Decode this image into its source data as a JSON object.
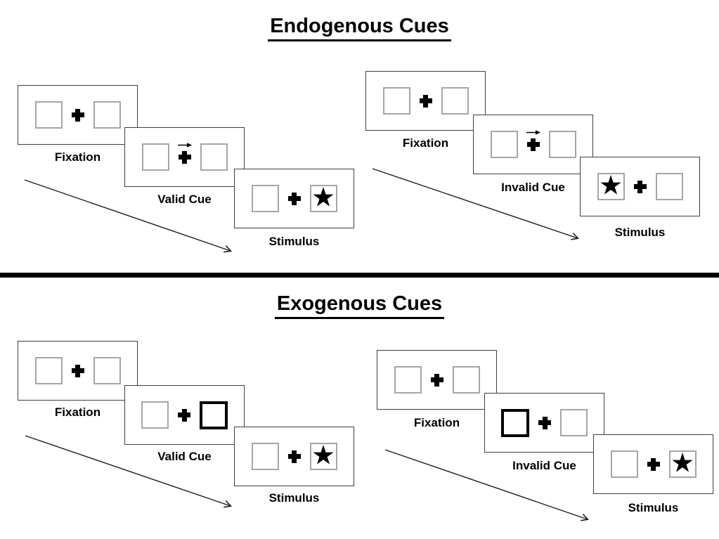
{
  "sections": [
    {
      "id": "endogenous",
      "title": "Endogenous Cues",
      "sequences": [
        {
          "id": "valid",
          "steps": [
            {
              "name": "fixation",
              "label": "Fixation"
            },
            {
              "name": "cue",
              "label": "Valid Cue",
              "cue_kind": "central-arrow-right-above-fixation"
            },
            {
              "name": "stimulus",
              "label": "Stimulus",
              "star_side": "right"
            }
          ]
        },
        {
          "id": "invalid",
          "steps": [
            {
              "name": "fixation",
              "label": "Fixation"
            },
            {
              "name": "cue",
              "label": "Invalid Cue",
              "cue_kind": "central-arrow-right-above-fixation"
            },
            {
              "name": "stimulus",
              "label": "Stimulus",
              "star_side": "left"
            }
          ]
        }
      ]
    },
    {
      "id": "exogenous",
      "title": "Exogenous Cues",
      "sequences": [
        {
          "id": "valid",
          "steps": [
            {
              "name": "fixation",
              "label": "Fixation"
            },
            {
              "name": "cue",
              "label": "Valid Cue",
              "cue_kind": "peripheral-bold-box-right"
            },
            {
              "name": "stimulus",
              "label": "Stimulus",
              "star_side": "right"
            }
          ]
        },
        {
          "id": "invalid",
          "steps": [
            {
              "name": "fixation",
              "label": "Fixation"
            },
            {
              "name": "cue",
              "label": "Invalid Cue",
              "cue_kind": "peripheral-bold-box-left"
            },
            {
              "name": "stimulus",
              "label": "Stimulus",
              "star_side": "right"
            }
          ]
        }
      ]
    }
  ],
  "glyphs": {
    "star": "★",
    "fixation_cross": "heavy-plus",
    "cue_arrow": "small-right-arrow",
    "timeline_arrow": "diagonal-down-right-arrow"
  },
  "colors": {
    "background": "#ffffff",
    "ink": "#000000",
    "panel_border": "#3f3f3f",
    "placeholder_box_border": "#a6a6a6",
    "cue_box_border": "#000000"
  }
}
